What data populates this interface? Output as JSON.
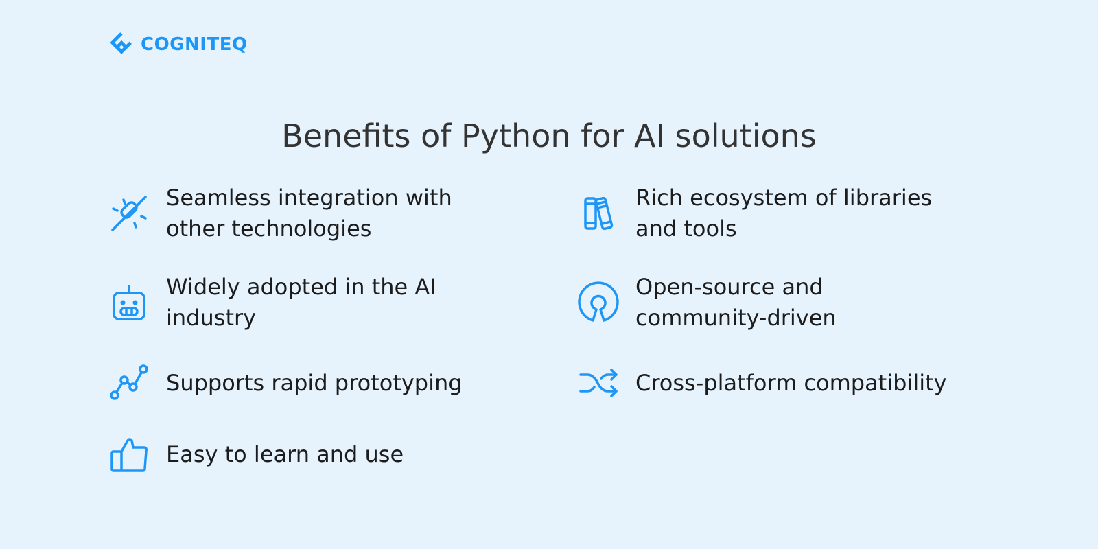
{
  "brand": {
    "name": "COGNITEQ",
    "color": "#1e96f5"
  },
  "title": "Benefits of Python for AI solutions",
  "left_items": [
    {
      "icon": "plug-integration-icon",
      "line1": "Seamless integration with",
      "line2": "other technologies"
    },
    {
      "icon": "robot-icon",
      "line1": "Widely adopted in the AI",
      "line2": "industry"
    },
    {
      "icon": "rapid-prototyping-graph-icon",
      "line1": "Supports rapid prototyping",
      "line2": ""
    },
    {
      "icon": "thumbs-up-icon",
      "line1": "Easy to learn and use",
      "line2": ""
    }
  ],
  "right_items": [
    {
      "icon": "books-library-icon",
      "line1": "Rich ecosystem of libraries",
      "line2": "and tools"
    },
    {
      "icon": "open-source-icon",
      "line1": "Open-source and",
      "line2": "community-driven"
    },
    {
      "icon": "shuffle-arrows-icon",
      "line1": "Cross-platform compatibility",
      "line2": ""
    }
  ],
  "colors": {
    "background": "#e6f3fd",
    "accent": "#1e96f5",
    "text": "#1c1c1c",
    "title": "#333333"
  }
}
